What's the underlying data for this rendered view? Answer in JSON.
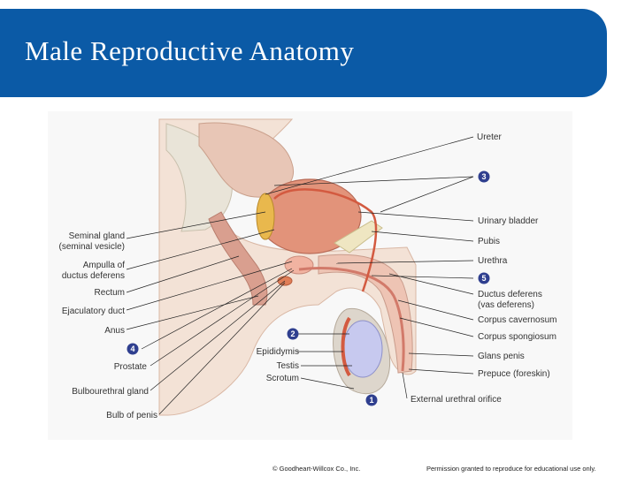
{
  "slide": {
    "title": "Male Reproductive Anatomy",
    "accent_color": "#0b5aa6"
  },
  "diagram": {
    "left_labels": {
      "seminal_gland_1": "Seminal gland",
      "seminal_gland_2": "(seminal vesicle)",
      "ampulla_1": "Ampulla of",
      "ampulla_2": "ductus deferens",
      "rectum": "Rectum",
      "ejaculatory_duct": "Ejaculatory duct",
      "anus": "Anus",
      "prostate": "Prostate",
      "bulbourethral_gland": "Bulbourethral gland",
      "bulb_of_penis": "Bulb of penis"
    },
    "center_labels": {
      "epididymis": "Epididymis",
      "testis": "Testis",
      "scrotum": "Scrotum"
    },
    "right_labels": {
      "ureter": "Ureter",
      "urinary_bladder": "Urinary bladder",
      "pubis": "Pubis",
      "urethra": "Urethra",
      "ductus_deferens_1": "Ductus deferens",
      "ductus_deferens_2": "(vas deferens)",
      "corpus_cavernosum": "Corpus cavernosum",
      "corpus_spongiosum": "Corpus spongiosum",
      "glans_penis": "Glans penis",
      "prepuce": "Prepuce (foreskin)",
      "external_urethral_orifice": "External urethral orifice"
    },
    "markers": {
      "m1": "1",
      "m2": "2",
      "m3": "3",
      "m4": "4",
      "m5": "5"
    }
  },
  "footer": {
    "copyright": "© Goodheart-Willcox Co., Inc.",
    "permission": "Permission granted to reproduce for educational use only."
  }
}
